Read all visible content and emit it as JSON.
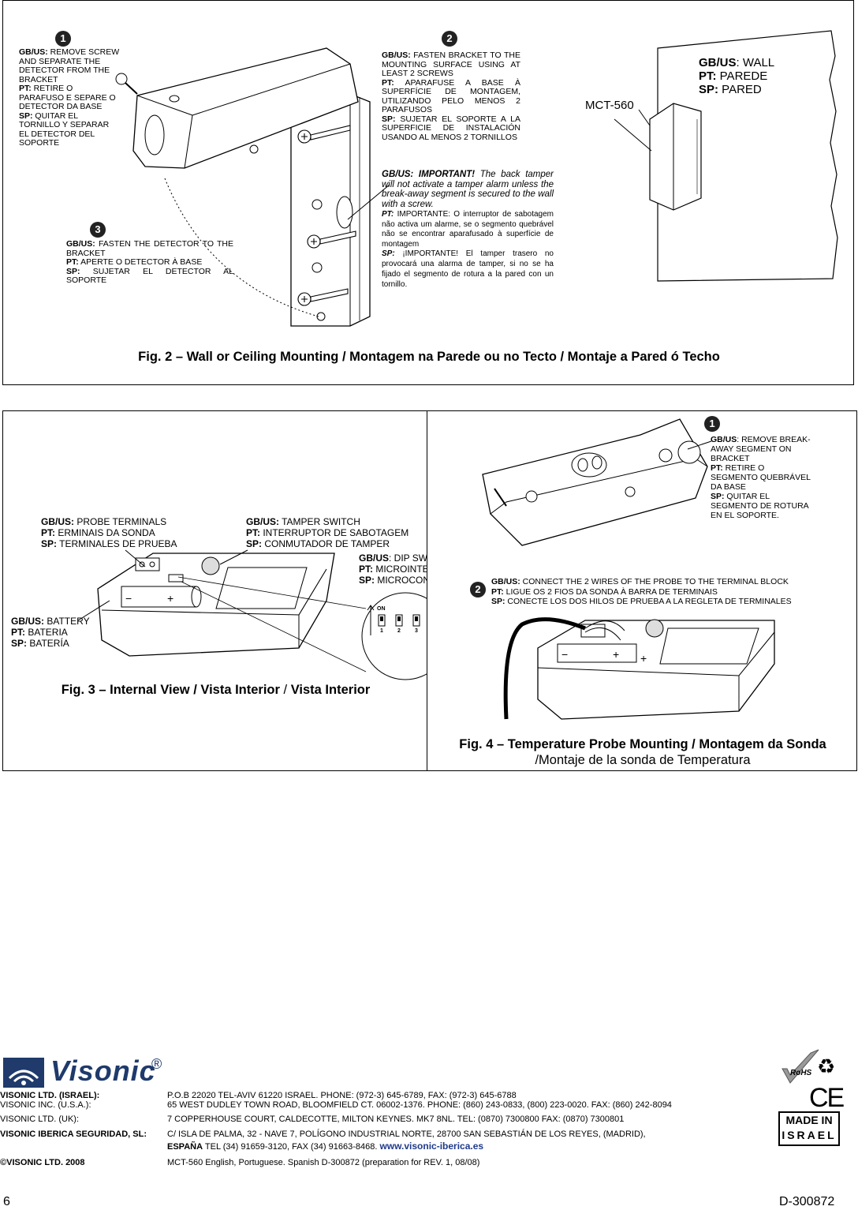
{
  "fig2": {
    "step1_num": "1",
    "step1_gb_label": "GB/US:",
    "step1_gb": " REMOVE SCREW AND SEPARATE THE DETECTOR FROM THE BRACKET",
    "step1_pt_label": "PT:",
    "step1_pt": " RETIRE O PARAFUSO E SEPARE O DETECTOR DA BASE",
    "step1_sp_label": "SP:",
    "step1_sp": " QUITAR EL TORNILLO Y SEPARAR EL DETECTOR DEL SOPORTE",
    "step2_num": "2",
    "step2_gb_label": "GB/US:",
    "step2_gb": " FASTEN BRACKET TO THE MOUNTING SURFACE USING AT LEAST 2 SCREWS",
    "step2_pt_label": "PT:",
    "step2_pt": " APARAFUSE A BASE À SUPERFÍCIE DE MONTAGEM, UTILIZANDO PELO MENOS 2 PARAFUSOS",
    "step2_sp_label": "SP:",
    "step2_sp": " SUJETAR EL SOPORTE A LA SUPERFICIE DE INSTALACIÓN USANDO AL MENOS 2 TORNILLOS",
    "step3_num": "3",
    "step3_gb_label": "GB/US:",
    "step3_gb": " FASTEN THE DETECTOR TO THE BRACKET",
    "step3_pt_label": "PT:",
    "step3_pt": " APERTE O DETECTOR À BASE",
    "step3_sp_label": "SP:",
    "step3_sp": " SUJETAR EL DETECTOR AL SOPORTE",
    "imp_gb_label": "GB/US: IMPORTANT!",
    "imp_gb": " The back tamper will not activate a tamper alarm unless the break-away segment is secured to the wall with a screw.",
    "imp_pt_label": "PT:",
    "imp_pt": " IMPORTANTE: O interruptor de sabotagem não activa um alarme, se o segmento quebrável não se encontrar aparafusado à superfície de montagem",
    "imp_sp_label": "SP:",
    "imp_sp": " ¡IMPORTANTE! El tamper trasero no provocará una alarma de tamper, si no se ha fijado el segmento de rotura a la pared con un tornillo.",
    "wall_gb_label": "GB/US",
    "wall_gb": ": WALL",
    "wall_pt_label": "PT:",
    "wall_pt": " PAREDE",
    "wall_sp_label": "SP:",
    "wall_sp": " PARED",
    "device_label": "MCT-560",
    "caption": "Fig. 2 – Wall or Ceiling Mounting / Montagem na Parede ou no Tecto / Montaje a Pared ó Techo"
  },
  "fig3": {
    "probe_gb_label": "GB/US:",
    "probe_gb": " PROBE TERMINALS",
    "probe_pt_label": "PT:",
    "probe_pt": " ERMINAIS DA SONDA",
    "probe_sp_label": "SP:",
    "probe_sp": " TERMINALES DE PRUEBA",
    "tamper_gb_label": "GB/US:",
    "tamper_gb": " TAMPER SWITCH",
    "tamper_pt_label": "PT:",
    "tamper_pt": " INTERRUPTOR DE SABOTAGEM",
    "tamper_sp_label": "SP:",
    "tamper_sp": " CONMUTADOR DE TAMPER",
    "dip_gb_label": "GB/US",
    "dip_gb": ": DIP SW",
    "dip_pt_label": "PT:",
    "dip_pt": " MICROINTE",
    "dip_sp_label": "SP:",
    "dip_sp": " MICROCON",
    "battery_gb_label": "GB/US:",
    "battery_gb": " BATTERY",
    "battery_pt_label": "PT:",
    "battery_pt": " BATERIA",
    "battery_sp_label": "SP:",
    "battery_sp": " BATERÍA",
    "dip_on": "ON",
    "dip_1": "1",
    "dip_2": "2",
    "dip_3": "3",
    "caption_a": "Fig. 3 – Internal View / Vista Interior ",
    "caption_sep": "/",
    "caption_b": " Vista Interior"
  },
  "fig4": {
    "step1_num": "1",
    "step1_gb_label": "GB/US",
    "step1_gb": ": REMOVE BREAK-AWAY SEGMENT ON BRACKET",
    "step1_pt_label": "PT:",
    "step1_pt": " RETIRE O SEGMENTO QUEBRÁVEL DA BASE",
    "step1_sp_label": "SP:",
    "step1_sp": " QUITAR EL SEGMENTO DE ROTURA EN EL SOPORTE.",
    "step2_num": "2",
    "step2_gb_label": "GB/US:",
    "step2_gb": " CONNECT THE 2 WIRES OF THE PROBE TO THE TERMINAL BLOCK",
    "step2_pt_label": "PT:",
    "step2_pt": " LIGUE OS 2 FIOS DA SONDA À BARRA DE  TERMINAIS",
    "step2_sp_label": "SP:",
    "step2_sp": " CONECTE LOS DOS HILOS DE PRUEBA A LA REGLETA DE TERMINALES",
    "caption_bold": "Fig. 4 – Temperature Probe Mounting / Montagem da Sonda",
    "caption_normal": "/Montaje de la sonda de Temperatura"
  },
  "footer": {
    "logo_text": "Visonic",
    "logo_reg": "®",
    "rows": [
      {
        "label": "VISONIC LTD. (ISRAEL):",
        "text": "P.O.B 22020 TEL-AVIV 61220 ISRAEL. PHONE: (972-3) 645-6789, FAX: (972-3) 645-6788"
      },
      {
        "label": "VISONIC INC. (U.S.A.):",
        "text": "65 WEST DUDLEY TOWN ROAD, BLOOMFIELD CT. 06002-1376. PHONE: (860) 243-0833, (800) 223-0020. FAX: (860) 242-8094"
      },
      {
        "label": "VISONIC LTD. (UK):",
        "text": "7 COPPERHOUSE  COURT, CALDECOTTE, MILTON  KEYNES. MK7 8NL. TEL: (0870) 7300800 FAX: (0870) 7300801"
      },
      {
        "label": "VISONIC IBERICA SEGURIDAD, SL:",
        "text": "C/ ISLA DE PALMA, 32 - NAVE 7, POLÍGONO INDUSTRIAL NORTE, 28700 SAN SEBASTIÁN DE LOS REYES, (MADRID),"
      }
    ],
    "iberica_line2_bold": "ESPAÑA",
    "iberica_line2": "  TEL (34) 91659-3120,  FAX (34) 91663-8468. ",
    "iberica_web": "www.visonic-iberica.es",
    "copyright": "©VISONIC LTD. 2008",
    "doc_info": "MCT-560    English, Portuguese. Spanish       D-300872 (preparation for REV.  1,  08/08)",
    "rohs": "RoHS",
    "ce": "CE",
    "made_in_1": "MADE IN",
    "made_in_2": "ISRAEL",
    "page_number": "6",
    "doc_number": "D-300872"
  }
}
